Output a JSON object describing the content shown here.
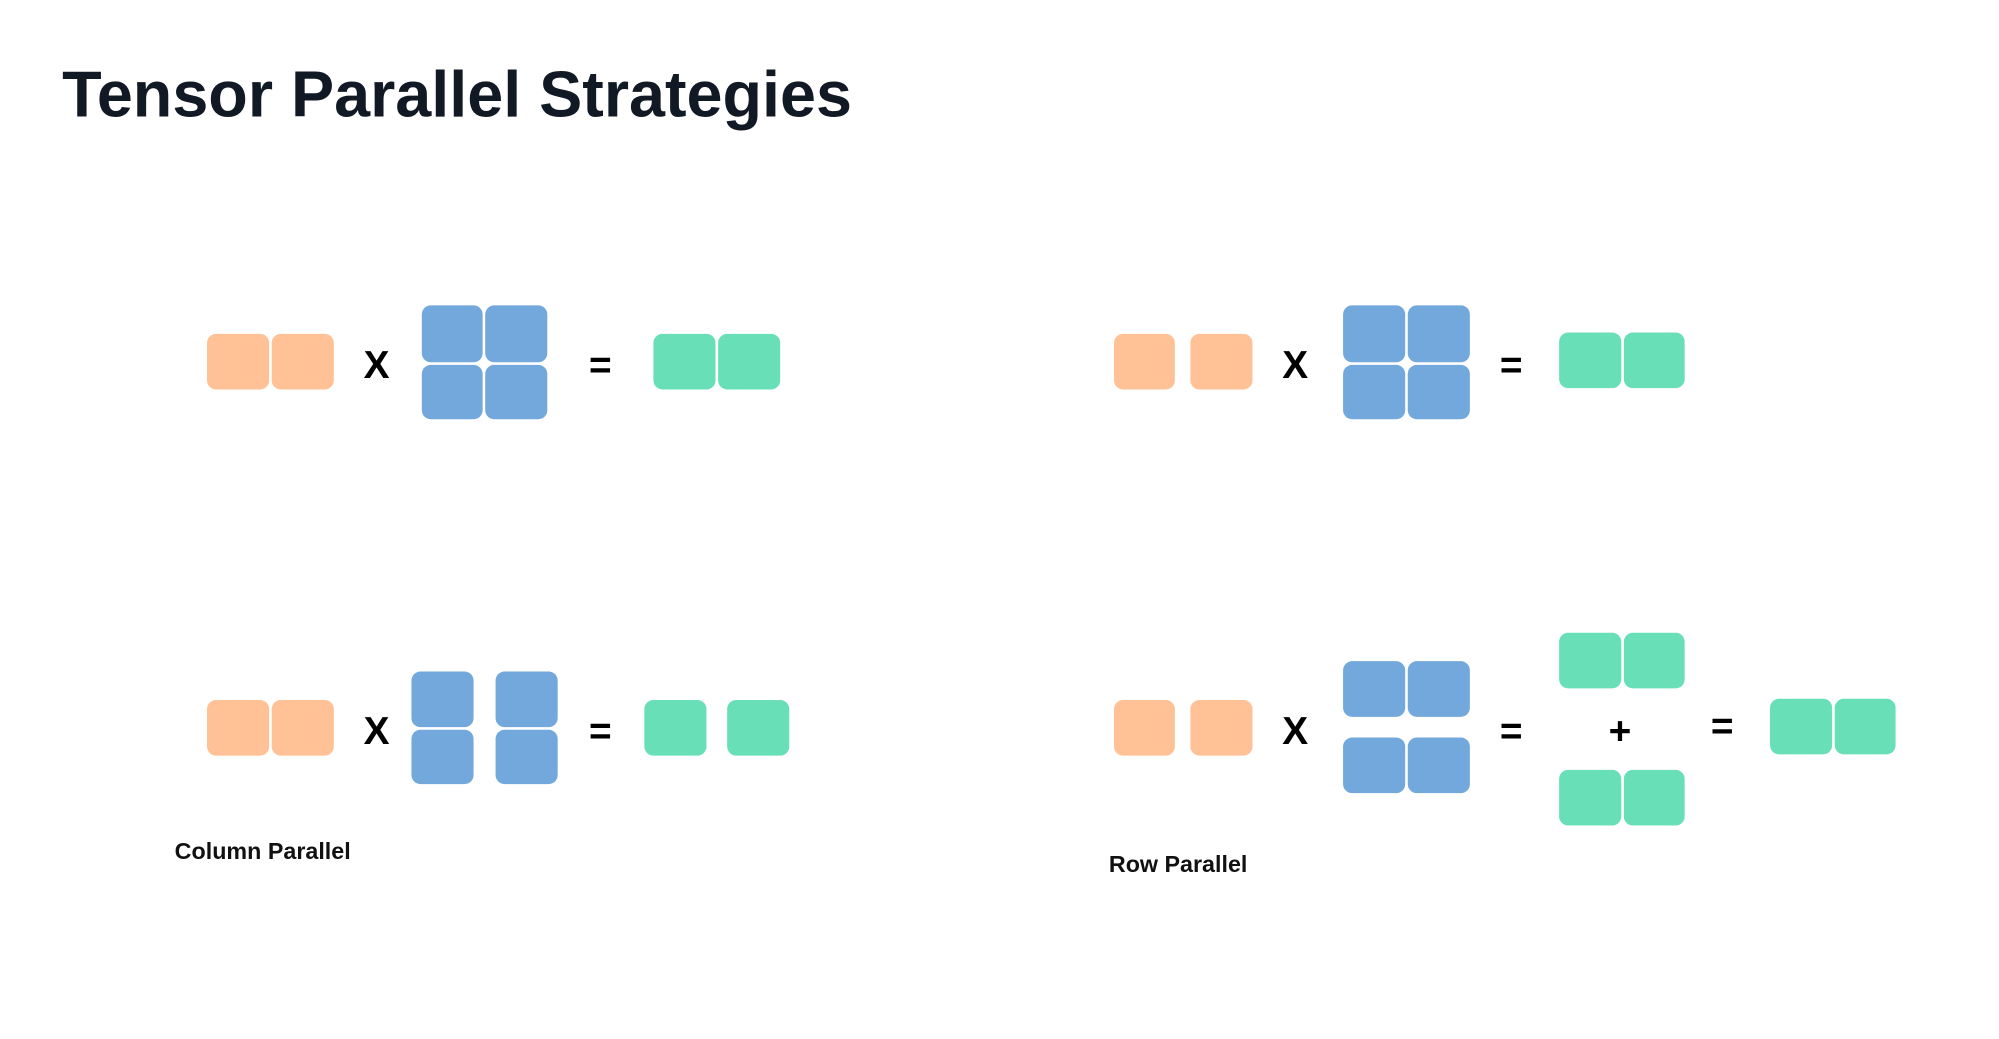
{
  "title": "Tensor Parallel Strategies",
  "operators": {
    "times": "X",
    "equals": "=",
    "plus": "+"
  },
  "labels": {
    "column_parallel": "Column Parallel",
    "row_parallel": "Row Parallel"
  },
  "colors": {
    "input": "#ffc195",
    "weight": "#72a8db",
    "output": "#68dfb6"
  }
}
